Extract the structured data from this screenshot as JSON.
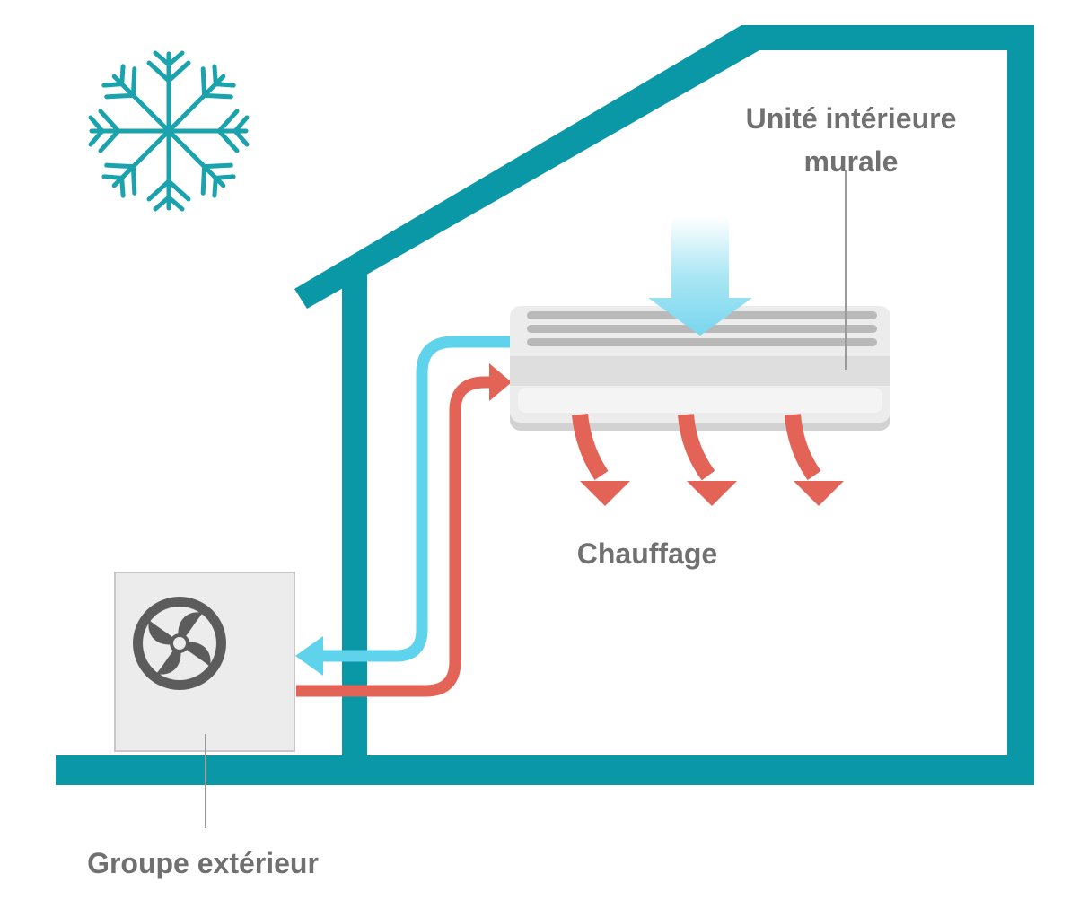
{
  "labels": {
    "indoor_unit": {
      "line1": "Unité intérieure",
      "line2": "murale"
    },
    "heating": "Chauffage",
    "outdoor_unit": "Groupe extérieur"
  },
  "colors": {
    "house": "#0a97a6",
    "snowflake": "#1aa2ad",
    "cold_line": "#5fd2ec",
    "hot_line": "#e36356",
    "unit_body": "#ececec",
    "unit_vents": "#b9b9b9",
    "label_text": "#707070",
    "leader_line": "#9a9a9a"
  },
  "icons": {
    "snowflake": "snowflake-icon",
    "fan": "fan-icon"
  }
}
